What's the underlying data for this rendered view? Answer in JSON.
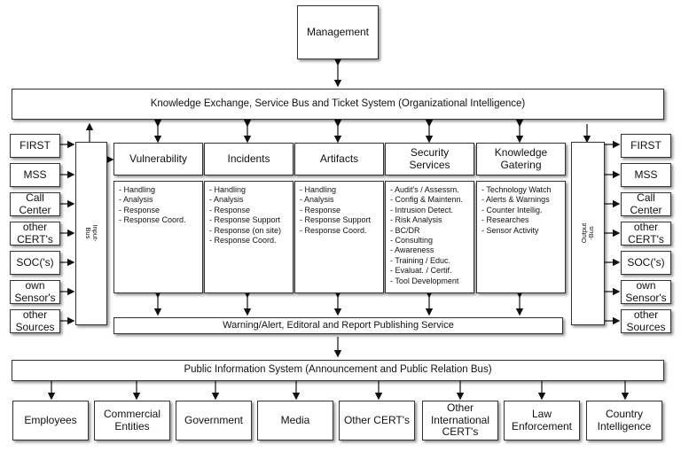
{
  "top": {
    "management": "Management"
  },
  "knowledge_bus": "Knowledge Exchange, Service Bus and Ticket System (Organizational Intelligence)",
  "input_sources": [
    "FIRST",
    "MSS",
    "Call\nCenter",
    "other\nCERT's",
    "SOC('s)",
    "own\nSensor's",
    "other\nSources"
  ],
  "output_targets": [
    "FIRST",
    "MSS",
    "Call\nCenter",
    "other\nCERT's",
    "SOC('s)",
    "own\nSensor's",
    "other\nSources"
  ],
  "input_bus": "Input-\nBus",
  "output_bus": "Output\n-Bus",
  "services": [
    {
      "title": "Vulnerability",
      "items": [
        "- Handling",
        "- Analysis",
        "- Response",
        "- Response Coord."
      ]
    },
    {
      "title": "Incidents",
      "items": [
        "- Handling",
        "- Analysis",
        "- Response",
        "- Response Support",
        "- Response (on site)",
        "- Response Coord."
      ]
    },
    {
      "title": "Artifacts",
      "items": [
        "- Handling",
        "- Analysis",
        "- Response",
        "- Response Support",
        "- Response Coord."
      ]
    },
    {
      "title": "Security\nServices",
      "items": [
        "- Audit's / Assessm.",
        "- Config & Maintenn.",
        "- Intrusion Detect.",
        "- Risk Analysis",
        "- BC/DR",
        "- Consulting",
        "- Awareness",
        "- Training / Educ.",
        "- Evaluat. / Certif.",
        "- Tool Development"
      ]
    },
    {
      "title": "Knowledge\nGatering",
      "items": [
        "- Technology Watch",
        "- Alerts & Warnings",
        "- Counter Intellig.",
        "- Researches",
        "- Sensor Activity"
      ]
    }
  ],
  "warning_bar": "Warning/Alert, Editoral and Report Publishing Service",
  "public_bus": "Public Information System (Announcement and Public Relation Bus)",
  "audiences": [
    "Employees",
    "Commercial\nEntities",
    "Government",
    "Media",
    "Other CERT's",
    "Other\nInternational\nCERT's",
    "Law\nEnforcement",
    "Country\nIntelligence"
  ]
}
